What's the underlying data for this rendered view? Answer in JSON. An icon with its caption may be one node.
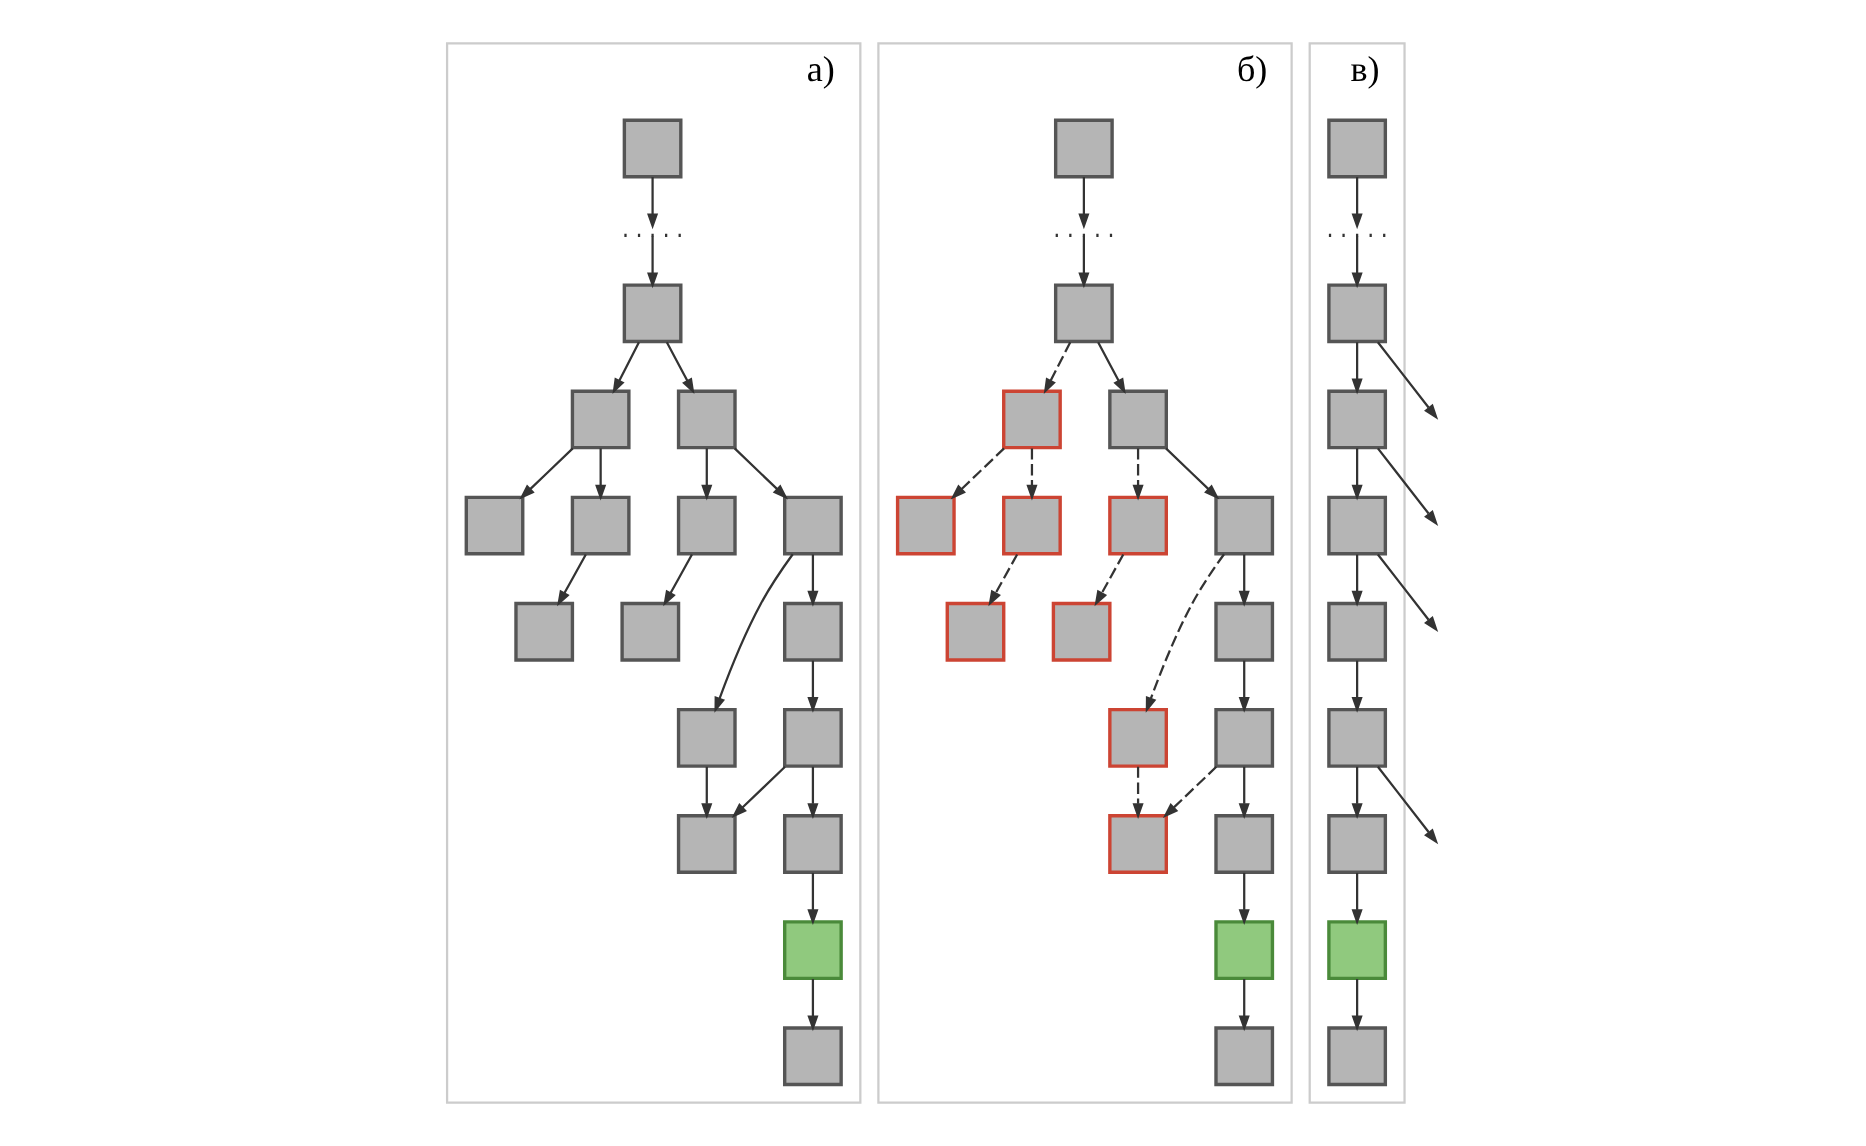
{
  "diagram": {
    "nodes": [
      {
        "text": [
          "а)"
        ]
      },
      {
        "text": [],
        "shape": "box",
        "in": 0
      },
      {
        "text": [],
        "shape": "dots",
        "in": 0
      },
      {
        "text": [],
        "shape": "box",
        "in": 0
      },
      {
        "text": [],
        "shape": "box",
        "in": 0
      },
      {
        "text": [],
        "shape": "box",
        "in": 0
      },
      {
        "text": [],
        "shape": "box",
        "in": 0
      },
      {
        "text": [],
        "shape": "box",
        "in": 0
      },
      {
        "text": [],
        "shape": "box",
        "in": 0
      },
      {
        "text": [],
        "shape": "box",
        "in": 0
      },
      {
        "text": [],
        "shape": "box",
        "in": 0
      },
      {
        "text": [],
        "shape": "box",
        "in": 0
      },
      {
        "text": [],
        "shape": "box",
        "in": 0
      },
      {
        "text": [],
        "shape": "box",
        "in": 0
      },
      {
        "text": [],
        "shape": "box",
        "in": 0
      },
      {
        "text": [],
        "shape": "box",
        "in": 0
      },
      {
        "text": [],
        "shape": "box",
        "in": 0
      },
      {
        "text": [],
        "shape": "box",
        "in": 0
      },
      {
        "text": [],
        "shape": "box",
        "in": 0
      },
      {
        "text": [
          "б)"
        ]
      },
      {
        "text": [],
        "shape": "box",
        "in": 19
      },
      {
        "text": [],
        "shape": "dots",
        "in": 19
      },
      {
        "text": [],
        "shape": "box",
        "in": 19
      },
      {
        "text": [],
        "shape": "box",
        "in": 19
      },
      {
        "text": [],
        "shape": "box",
        "in": 19
      },
      {
        "text": [],
        "shape": "box",
        "in": 19
      },
      {
        "text": [],
        "shape": "box",
        "in": 19
      },
      {
        "text": [],
        "shape": "box",
        "in": 19
      },
      {
        "text": [],
        "shape": "box",
        "in": 19
      },
      {
        "text": [],
        "shape": "box",
        "in": 19
      },
      {
        "text": [],
        "shape": "box",
        "in": 19
      },
      {
        "text": [],
        "shape": "box",
        "in": 19
      },
      {
        "text": [],
        "shape": "box",
        "in": 19
      },
      {
        "text": [],
        "shape": "box",
        "in": 19
      },
      {
        "text": [],
        "shape": "box",
        "in": 19
      },
      {
        "text": [],
        "shape": "box",
        "in": 19
      },
      {
        "text": [],
        "shape": "box",
        "in": 19
      },
      {
        "text": [],
        "shape": "box",
        "in": 19
      },
      {
        "text": [
          "в)"
        ]
      },
      {
        "text": [],
        "shape": "box",
        "in": 38
      },
      {
        "text": [],
        "shape": "dots",
        "in": 38
      },
      {
        "text": [],
        "shape": "box",
        "in": 38
      },
      {
        "text": [],
        "shape": "box",
        "in": 38
      },
      {
        "text": [],
        "shape": "box",
        "in": 38
      },
      {
        "text": [],
        "shape": "box",
        "in": 38
      },
      {
        "text": [],
        "shape": "box",
        "in": 38
      },
      {
        "text": [],
        "shape": "box",
        "in": 38
      },
      {
        "text": [],
        "shape": "box",
        "in": 38
      },
      {
        "text": [],
        "shape": "box",
        "in": 38
      }
    ],
    "edges": [
      {
        "from": 1,
        "to": 2,
        "arrow": "to"
      },
      {
        "from": 2,
        "to": 3,
        "arrow": "to"
      },
      {
        "from": 3,
        "to": 4,
        "arrow": "to"
      },
      {
        "from": 3,
        "to": 5,
        "arrow": "to"
      },
      {
        "from": 4,
        "to": 6,
        "arrow": "to"
      },
      {
        "from": 4,
        "to": 7,
        "arrow": "to"
      },
      {
        "from": 7,
        "to": 8,
        "arrow": "to"
      },
      {
        "from": 5,
        "to": 9,
        "arrow": "to"
      },
      {
        "from": 9,
        "to": 10,
        "arrow": "to"
      },
      {
        "from": 5,
        "to": 11,
        "arrow": "to"
      },
      {
        "from": 11,
        "to": 12,
        "arrow": "to"
      },
      {
        "from": 11,
        "to": 13,
        "arrow": "to"
      },
      {
        "from": 13,
        "to": 14,
        "arrow": "to"
      },
      {
        "from": 12,
        "to": 15,
        "arrow": "to"
      },
      {
        "from": 14,
        "to": 15,
        "arrow": "to"
      },
      {
        "from": 14,
        "to": 16,
        "arrow": "to"
      },
      {
        "from": 16,
        "to": 17,
        "arrow": "to"
      },
      {
        "from": 17,
        "to": 18,
        "arrow": "to"
      },
      {
        "from": 20,
        "to": 21,
        "arrow": "to"
      },
      {
        "from": 21,
        "to": 22,
        "arrow": "to"
      },
      {
        "from": 22,
        "to": 23,
        "arrow": "to",
        "style": "dashed"
      },
      {
        "from": 22,
        "to": 24,
        "arrow": "to"
      },
      {
        "from": 23,
        "to": 25,
        "arrow": "to",
        "style": "dashed"
      },
      {
        "from": 23,
        "to": 26,
        "arrow": "to",
        "style": "dashed"
      },
      {
        "from": 26,
        "to": 27,
        "arrow": "to",
        "style": "dashed"
      },
      {
        "from": 24,
        "to": 28,
        "arrow": "to",
        "style": "dashed"
      },
      {
        "from": 28,
        "to": 29,
        "arrow": "to",
        "style": "dashed"
      },
      {
        "from": 24,
        "to": 30,
        "arrow": "to"
      },
      {
        "from": 30,
        "to": 31,
        "arrow": "to",
        "style": "dashed"
      },
      {
        "from": 30,
        "to": 32,
        "arrow": "to"
      },
      {
        "from": 32,
        "to": 33,
        "arrow": "to"
      },
      {
        "from": 31,
        "to": 34,
        "arrow": "to",
        "style": "dashed"
      },
      {
        "from": 33,
        "to": 34,
        "arrow": "to",
        "style": "dashed"
      },
      {
        "from": 33,
        "to": 35,
        "arrow": "to"
      },
      {
        "from": 35,
        "to": 36,
        "arrow": "to"
      },
      {
        "from": 36,
        "to": 37,
        "arrow": "to"
      },
      {
        "from": 39,
        "to": 40,
        "arrow": "to"
      },
      {
        "from": 40,
        "to": 41,
        "arrow": "to"
      },
      {
        "from": 41,
        "to": null,
        "arrow": "to"
      },
      {
        "from": 41,
        "to": 42,
        "arrow": "to"
      },
      {
        "from": 42,
        "to": null,
        "arrow": "to"
      },
      {
        "from": 42,
        "to": 43,
        "arrow": "to"
      },
      {
        "from": 43,
        "to": null,
        "arrow": "to"
      },
      {
        "from": 43,
        "to": 44,
        "arrow": "to"
      },
      {
        "from": 44,
        "to": 45,
        "arrow": "to"
      },
      {
        "from": 45,
        "to": null,
        "arrow": "to"
      },
      {
        "from": 45,
        "to": 46,
        "arrow": "to"
      },
      {
        "from": 46,
        "to": 47,
        "arrow": "to"
      },
      {
        "from": 47,
        "to": 48,
        "arrow": "to"
      }
    ]
  }
}
